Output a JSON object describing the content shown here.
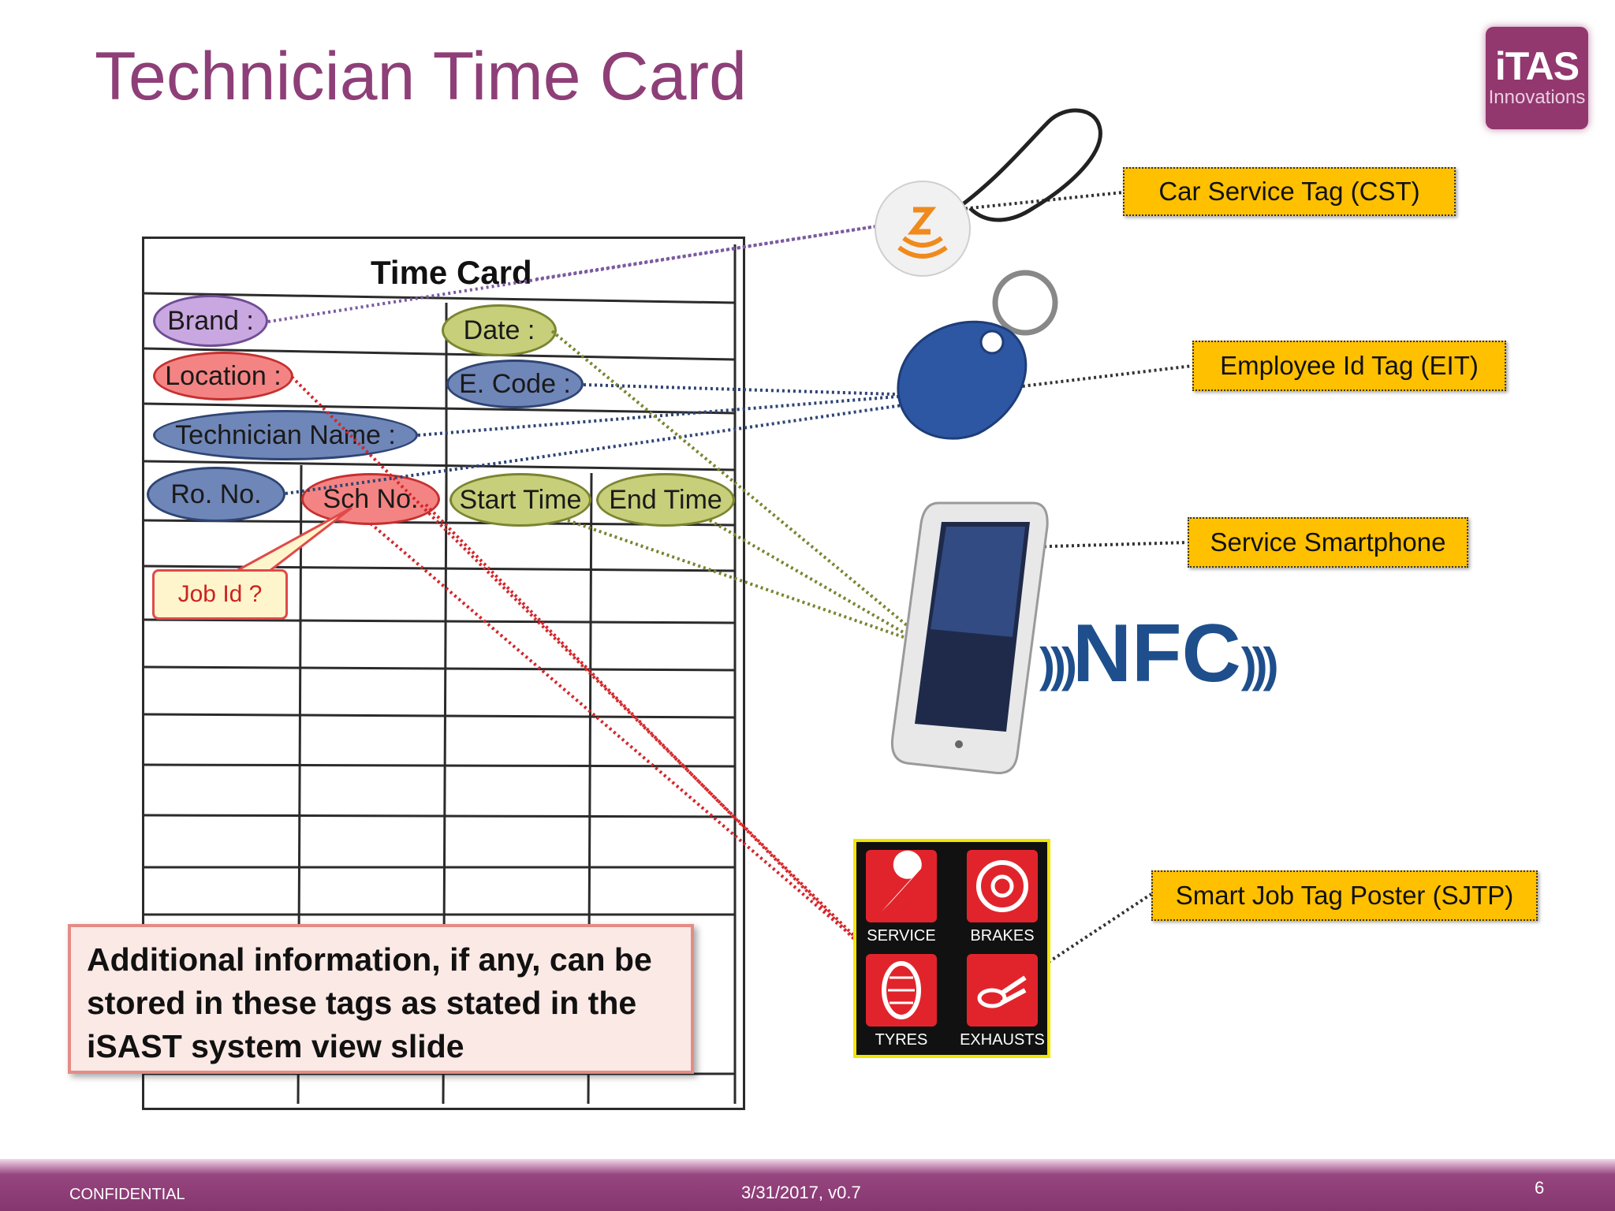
{
  "slide": {
    "title": "Technician Time Card",
    "logo": {
      "line1": "iTAS",
      "line2": "Innovations"
    }
  },
  "time_card": {
    "heading": "Time Card",
    "fields": {
      "brand": "Brand :",
      "date": "Date :",
      "location": "Location :",
      "ecode": "E. Code :",
      "technician_name": "Technician Name :",
      "ro_no": "Ro. No.",
      "sch_no": "Sch No.",
      "start_time": "Start Time",
      "end_time": "End Time"
    },
    "callout": "Job Id ?"
  },
  "note": "Additional information, if any, can be stored in these tags as stated in the iSAST system view slide",
  "labels": {
    "cst": "Car Service Tag (CST)",
    "eit": "Employee Id Tag (EIT)",
    "phone": "Service Smartphone",
    "sjtp": "Smart Job Tag Poster (SJTP)"
  },
  "nfc": "NFC",
  "poster": {
    "service": "SERVICE",
    "brakes": "BRAKES",
    "tyres": "TYRES",
    "exhausts": "EXHAUSTS"
  },
  "footer": {
    "left": "CONFIDENTIAL",
    "center": "3/31/2017,  v0.7",
    "page": "6"
  },
  "colors": {
    "title": "#8e3f78",
    "label_fill": "#ffc000",
    "brand_purple": "#93376f",
    "nfc_blue": "#1e4f8c"
  }
}
